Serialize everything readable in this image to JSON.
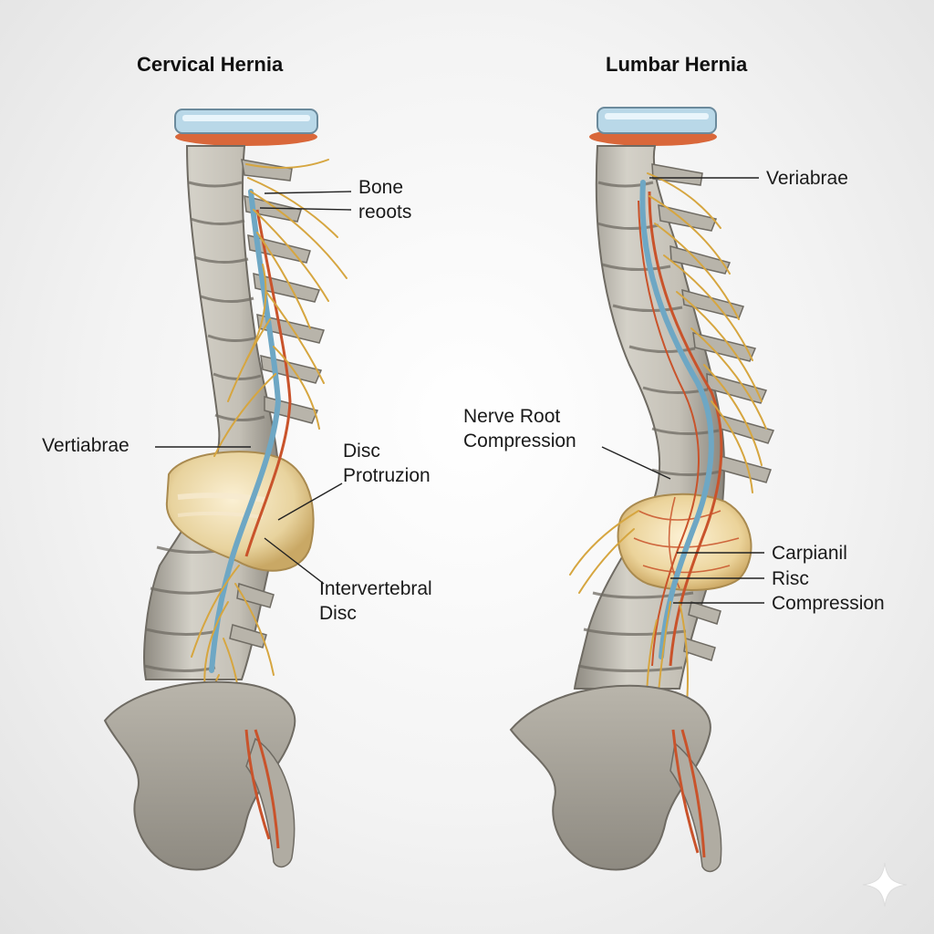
{
  "diagram": {
    "left_panel": {
      "title": "Cervical Hernia",
      "labels": {
        "bone_roots": "Bone\nreoots",
        "vertebrae": "Vertiabrae",
        "disc_protrusion": "Disc\nProtruzion",
        "intervertebral_disc": "Intervertebral\nDisc"
      }
    },
    "right_panel": {
      "title": "Lumbar Hernia",
      "labels": {
        "vertebrae": "Veriabrae",
        "nerve_root_compression": "Nerve Root\nCompression",
        "carpianil": "Carpianil",
        "risc": "Risc",
        "compression": "Compression"
      }
    }
  },
  "colors": {
    "bone": "#c9c6bd",
    "bone_shadow": "#8f8b82",
    "nerve": "#d6a640",
    "artery": "#c9532b",
    "spinal_cord": "#6ea7c4",
    "disc": "#ead7a6",
    "disc_cap": "#b9d8e8"
  },
  "icons": {
    "watermark": "sparkle-icon"
  }
}
